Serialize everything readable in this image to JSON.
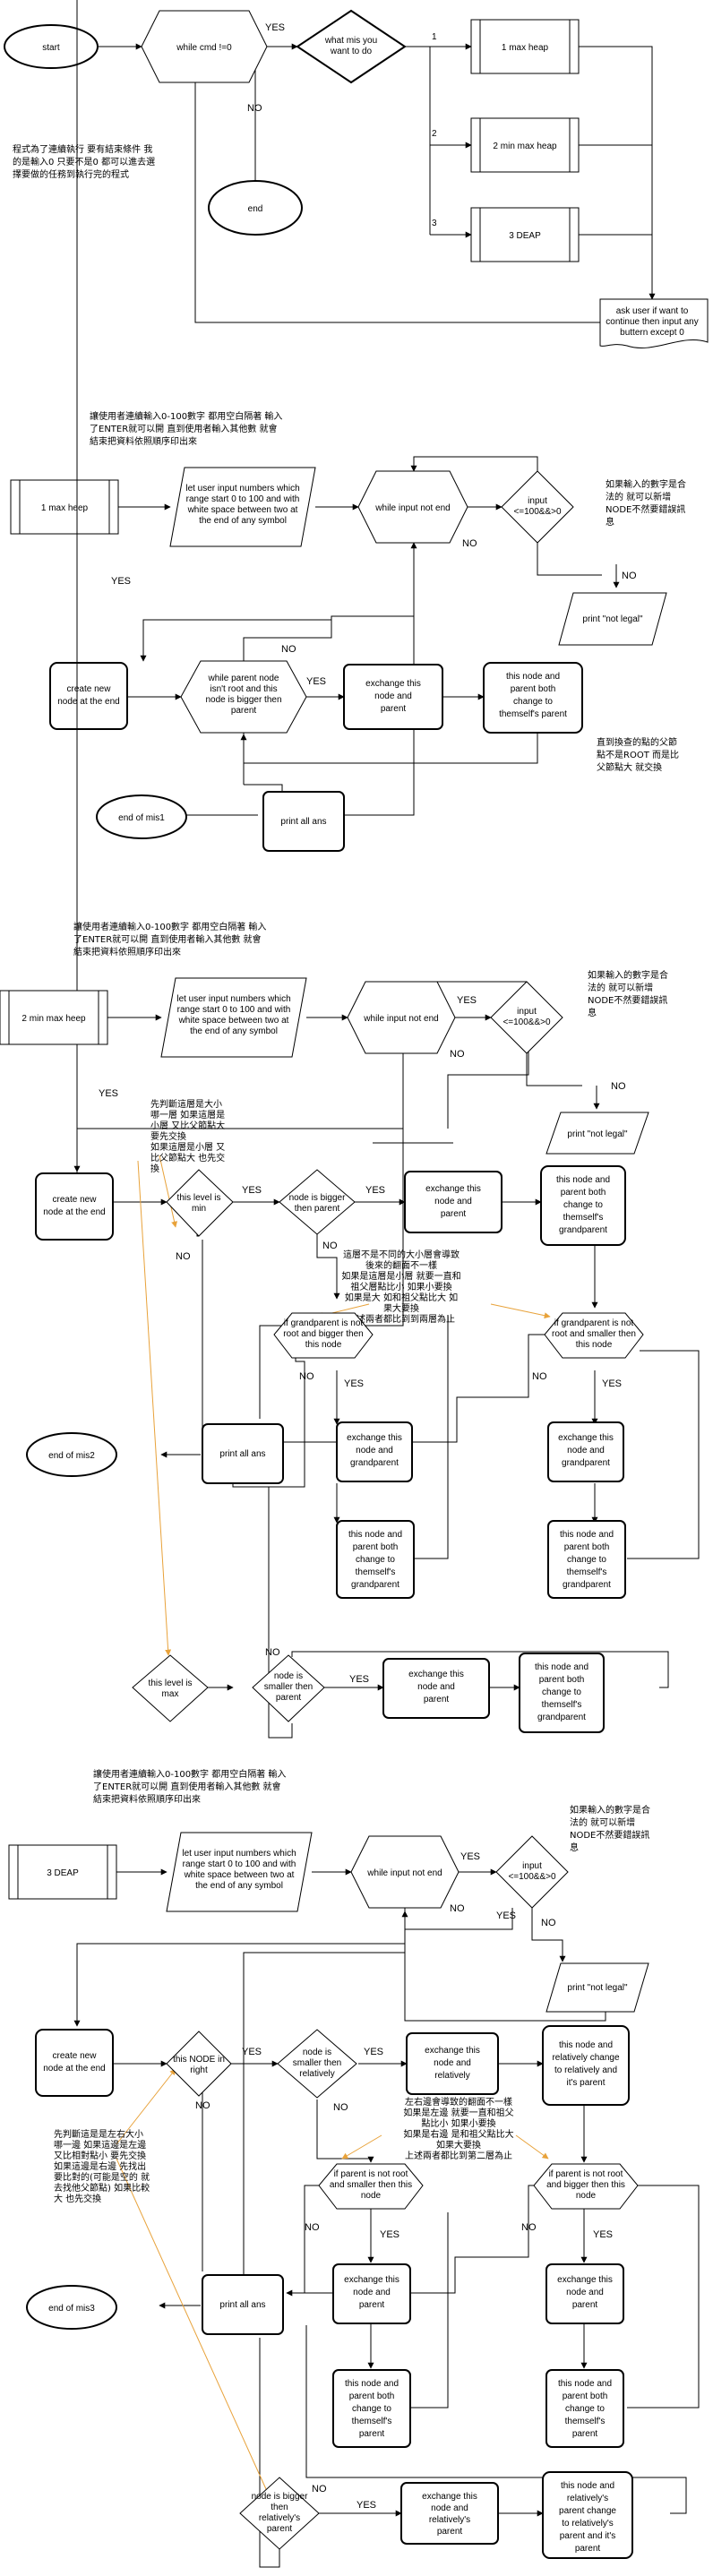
{
  "section_main": {
    "start": "start",
    "while_cmd": "while cmd !=0",
    "what_mis": [
      "what mis you",
      "want to do"
    ],
    "yes": "YES",
    "no": "NO",
    "end": "end",
    "branch_1": "1",
    "branch_2": "2",
    "branch_3": "3",
    "max_heap": "1 max heap",
    "min_max_heap": "2 min max heap",
    "deap": "3 DEAP",
    "ask_user": [
      "ask user if want to",
      "continue then input any",
      "buttern except 0"
    ],
    "note": [
      "程式為了連續執行 要有結束條件 我",
      "的是輸入0 只要不是0 都可以進去選",
      "擇要做的任務到執行完的程式"
    ]
  },
  "section_maxheap": {
    "top_note": [
      "讓使用者連續輸入0-100數字 都用空白隔著 輸入",
      "了ENTER就可以開 直到使用者輸入其他數 就會",
      "結束把資料依照順序印出來"
    ],
    "title": "1 max heep",
    "let_input": [
      "let user input numbers which",
      "range start 0 to 100 and with",
      "white space between two at",
      "the end of any symbol"
    ],
    "while_input": "while input not end",
    "check": [
      "input",
      "<=100&&>0"
    ],
    "legal_note": [
      "如果輸入的數字是合",
      "法的 就可以新增",
      "NODE不然要錯誤訊",
      "息"
    ],
    "not_legal": "print \"not legal\"",
    "create_node": [
      "create new",
      "node at the end"
    ],
    "while_parent": [
      "while parent node",
      "isn't root and this",
      "node is bigger then",
      "parent"
    ],
    "exchange": [
      "exchange this",
      "node and",
      "parent"
    ],
    "change": [
      "this node and",
      "parent both",
      "change to",
      "themself's parent"
    ],
    "root_note": [
      "直到換查的點的父節",
      "點不是ROOT 而是比",
      "父節點大 就交換"
    ],
    "print_all": "print all ans",
    "end": "end of mis1"
  },
  "section_minmax": {
    "top_note": [
      "讓使用者連續輸入0-100數字 都用空白隔著 輸入",
      "了ENTER就可以開 直到使用者輸入其他數 就會",
      "結束把資料依照順序印出來"
    ],
    "title": "2 min max heep",
    "let_input": [
      "let user input numbers which",
      "range start 0 to 100 and with",
      "white space between two at",
      "the end of any symbol"
    ],
    "while_input": "while input not end",
    "check": [
      "input",
      "<=100&&>0"
    ],
    "legal_note": [
      "如果輸入的數字是合",
      "法的 就可以新增",
      "NODE不然要錯誤訊",
      "息"
    ],
    "not_legal": "print \"not legal\"",
    "create_node": [
      "create new",
      "node at the end"
    ],
    "level_note": [
      "先判斷這層是大小",
      "哪一層 如果這層是",
      "小層 又比父節點大",
      "要先交換",
      "如果這層是小層 又",
      "比父節點大 也先交",
      "換"
    ],
    "level_min": [
      "this level is",
      "min"
    ],
    "bigger_parent": [
      "node is bigger",
      "then parent"
    ],
    "exchange_parent": [
      "exchange this",
      "node and",
      "parent"
    ],
    "change_grand": [
      "this node and",
      "parent both",
      "change to",
      "themself's",
      "grandparent"
    ],
    "mid_note": [
      "這層不是不同的大小層會導致",
      "後來的翻面不一樣",
      "如果是這層是小層 就要一直和",
      "祖父層點比小 如果小要換",
      "如果是大 如和祖父點比大 如",
      "果大要換",
      "上述兩者都比到到兩層為止"
    ],
    "gp_bigger": [
      "if grandparent is not",
      "root and bigger then",
      "this node"
    ],
    "gp_smaller": [
      "if grandparent is not",
      "root and smaller then",
      "this node"
    ],
    "exchange_gp": [
      "exchange this",
      "node and",
      "grandparent"
    ],
    "change_gp": [
      "this node and",
      "parent both",
      "change to",
      "themself's",
      "grandparent"
    ],
    "print_all": "print all ans",
    "end": "end of mis2",
    "level_max": [
      "this level is",
      "max"
    ],
    "smaller_parent": [
      "node is",
      "smaller then",
      "parent"
    ],
    "exchange_parent2": [
      "exchange this",
      "node and",
      "parent"
    ],
    "change_grand2": [
      "this node and",
      "parent both",
      "change to",
      "themself's",
      "grandparent"
    ]
  },
  "section_deap": {
    "top_note": [
      "讓使用者連續輸入0-100數字 都用空白隔著 輸入",
      "了ENTER就可以開 直到使用者輸入其他數 就會",
      "結束把資料依照順序印出來"
    ],
    "title": "3 DEAP",
    "let_input": [
      "let user input numbers which",
      "range start 0 to 100 and with",
      "white space between two at",
      "the end of any symbol"
    ],
    "while_input": "while input not end",
    "check": [
      "input",
      "<=100&&>0"
    ],
    "legal_note": [
      "如果輸入的數字是合",
      "法的 就可以新增",
      "NODE不然要錯誤訊",
      "息"
    ],
    "not_legal": "print \"not legal\"",
    "create_node": [
      "create new",
      "node at the end"
    ],
    "node_right": [
      "this NODE in",
      "right"
    ],
    "smaller_relatively": [
      "node is",
      "smaller then",
      "relatively"
    ],
    "exchange_rel": [
      "exchange this",
      "node and",
      "relatively"
    ],
    "change_rel": [
      "this node and",
      "relatively change",
      "to relatively and",
      "it's parent"
    ],
    "mid_note": [
      "左右邊會導致的翻面不一樣",
      "如果是左邊 就要一直和祖父",
      "點比小 如果小要換",
      "如果是右邊 是和祖父點比大",
      "如果大要換",
      "上述兩者都比到第二層為止"
    ],
    "left_note": [
      "先判斷這是是左右大小",
      "哪一邊 如果這邊是左邊",
      "又比相對點小 要先交換",
      "如果這邊是右邊 先找出",
      "要比對的(可能是空的 就",
      "去找他父節點) 如果比較",
      "大 也先交換"
    ],
    "p_bigger": [
      "if parent is not root",
      "and smaller then this",
      "node"
    ],
    "p_smaller": [
      "if parent is not root",
      "and bigger then this",
      "node"
    ],
    "exchange_p": [
      "exchange this",
      "node and",
      "parent"
    ],
    "change_p": [
      "this node and",
      "parent both",
      "change to",
      "themself's",
      "parent"
    ],
    "print_all": "print all ans",
    "end": "end of mis3",
    "bigger_rel": [
      "node is bigger",
      "then",
      "relatively's",
      "parent"
    ],
    "exchange_relp": [
      "exchange this",
      "node and",
      "relatively's",
      "parent"
    ],
    "change_relp": [
      "this node and",
      "relatively's",
      "parent change",
      "to relatively's",
      "parent and it's",
      "parent"
    ]
  }
}
